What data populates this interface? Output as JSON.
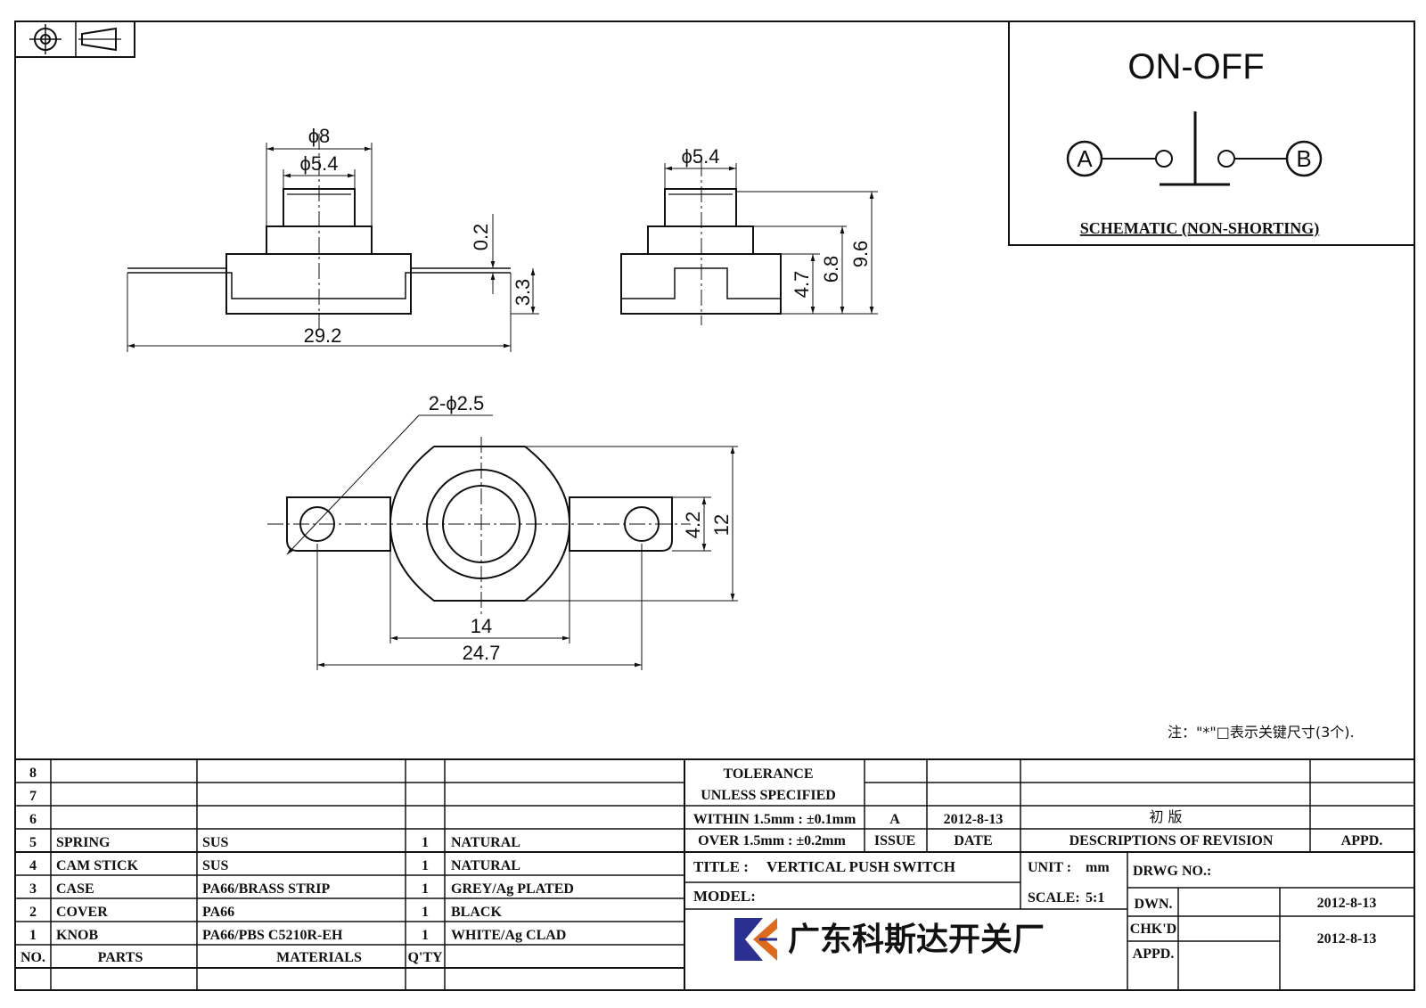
{
  "schematic": {
    "title": "ON-OFF",
    "terminal_a": "A",
    "terminal_b": "B",
    "caption": "SCHEMATIC (NON-SHORTING)"
  },
  "dimensions": {
    "front_phi8": "ϕ8",
    "front_phi54": "ϕ5.4",
    "front_02": "0.2",
    "front_33": "3.3",
    "front_292": "29.2",
    "side_phi54": "ϕ5.4",
    "side_47": "4.7",
    "side_68": "6.8",
    "side_96": "9.6",
    "top_hole": "2-ϕ2.5",
    "top_42": "4.2",
    "top_12": "12",
    "top_14": "14",
    "top_247": "24.7"
  },
  "note": "注：\"*\"□表示关键尺寸(3个).",
  "bom": {
    "header": {
      "no": "NO.",
      "parts": "PARTS",
      "materials": "MATERIALS",
      "qty": "Q'TY"
    },
    "rows": [
      {
        "no": "8",
        "part": "",
        "material": "",
        "qty": "",
        "finish": ""
      },
      {
        "no": "7",
        "part": "",
        "material": "",
        "qty": "",
        "finish": ""
      },
      {
        "no": "6",
        "part": "",
        "material": "",
        "qty": "",
        "finish": ""
      },
      {
        "no": "5",
        "part": "SPRING",
        "material": "SUS",
        "qty": "1",
        "finish": "NATURAL"
      },
      {
        "no": "4",
        "part": "CAM STICK",
        "material": "SUS",
        "qty": "1",
        "finish": "NATURAL"
      },
      {
        "no": "3",
        "part": "CASE",
        "material": "PA66/BRASS STRIP",
        "qty": "1",
        "finish": "GREY/Ag PLATED"
      },
      {
        "no": "2",
        "part": "COVER",
        "material": "PA66",
        "qty": "1",
        "finish": "BLACK"
      },
      {
        "no": "1",
        "part": "KNOB",
        "material": "PA66/PBS C5210R-EH",
        "qty": "1",
        "finish": "WHITE/Ag CLAD"
      }
    ]
  },
  "tolerance": {
    "line1": "TOLERANCE",
    "line2": "UNLESS  SPECIFIED",
    "line3": "WITHIN 1.5mm : ±0.1mm",
    "line4": "OVER 1.5mm : ±0.2mm"
  },
  "revision": {
    "issue": "A",
    "date": "2012-8-13",
    "description": "初  版",
    "issue_label": "ISSUE",
    "date_label": "DATE",
    "desc_label": "DESCRIPTIONS  OF  REVISION",
    "appd_label": "APPD."
  },
  "title_block": {
    "title_label": "TITLE :",
    "title": "VERTICAL  PUSH  SWITCH",
    "unit_label": "UNIT :",
    "unit": "mm",
    "drwg_label": "DRWG  NO.:",
    "model_label": "MODEL:",
    "scale_label": "SCALE:",
    "scale": "5:1",
    "dwn_label": "DWN.",
    "dwn_date": "2012-8-13",
    "chk_label": "CHK'D",
    "chk_date": "2012-8-13",
    "appd_label": "APPD.",
    "company": "广东科斯达开关厂"
  }
}
